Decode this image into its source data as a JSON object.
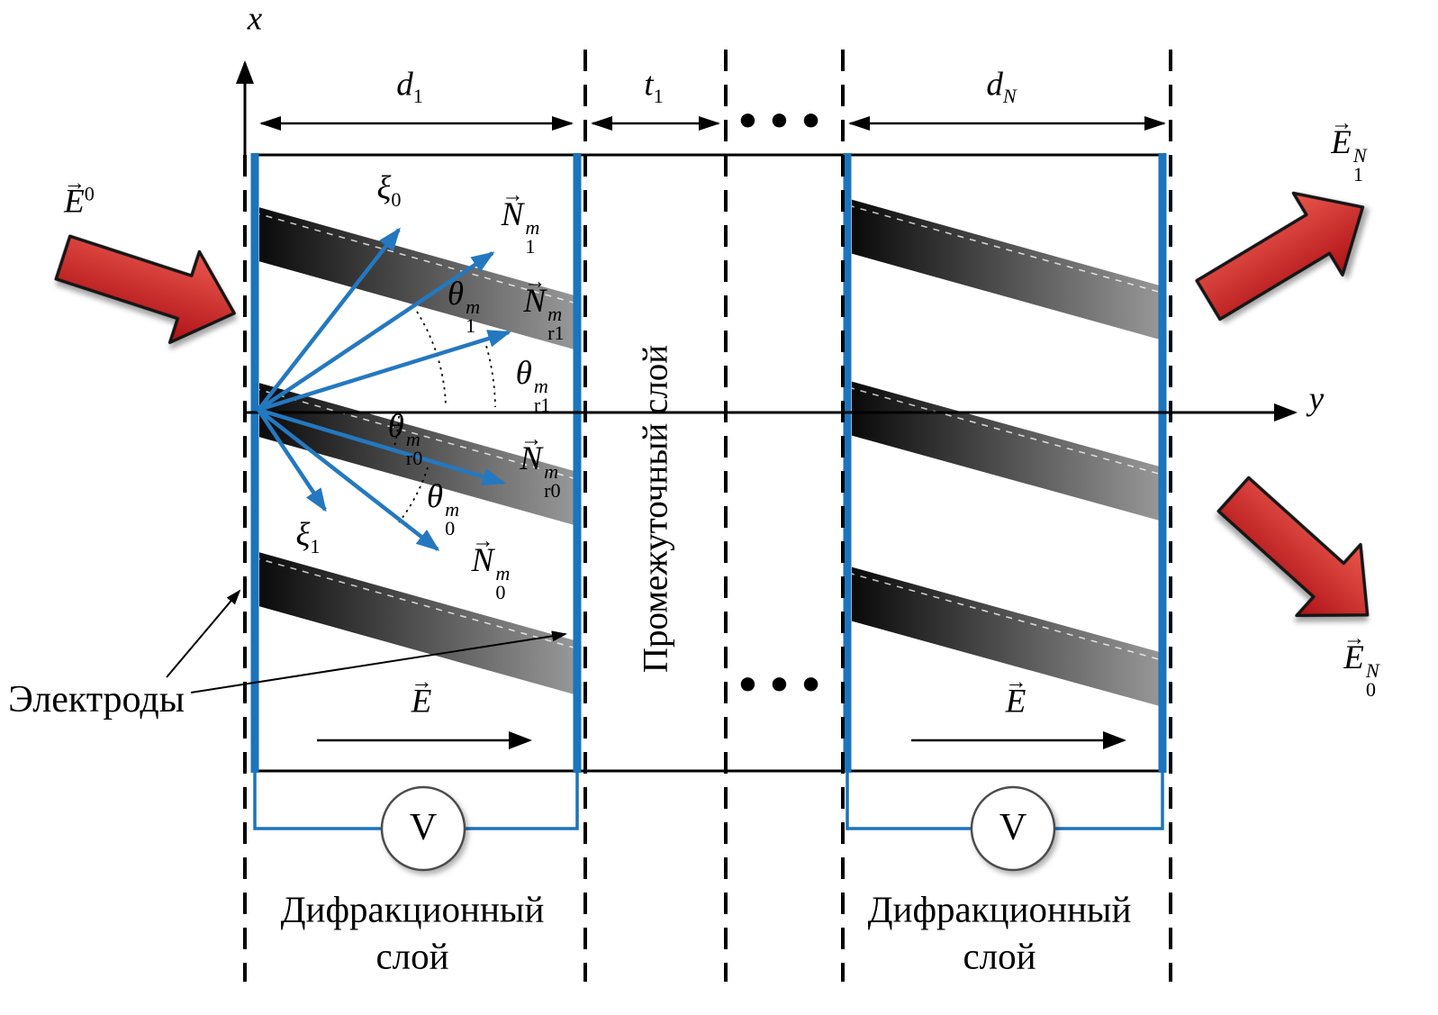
{
  "glyphs": {
    "vec_arrow": "→",
    "dots": "•••"
  },
  "axes": {
    "x": "x",
    "y": "y"
  },
  "dims": {
    "d1": {
      "base": "d",
      "sub": "1"
    },
    "t1": {
      "base": "t",
      "sub": "1"
    },
    "dN": {
      "base": "d",
      "sub": "N"
    }
  },
  "waves": {
    "incident": {
      "base": "E",
      "sup": "0"
    },
    "out_top": {
      "base": "E",
      "sup": "N",
      "sub": "1"
    },
    "out_bottom": {
      "base": "E",
      "sup": "N",
      "sub": "0"
    }
  },
  "vectors": {
    "xi0": {
      "base": "ξ",
      "sub": "0"
    },
    "xi1": {
      "base": "ξ",
      "sub": "1"
    },
    "N1": {
      "base": "N",
      "sup": "m",
      "sub": "1"
    },
    "Nr1": {
      "base": "N",
      "sup": "m",
      "sub": "r1"
    },
    "Nr0": {
      "base": "N",
      "sup": "m",
      "sub": "r0"
    },
    "N0": {
      "base": "N",
      "sup": "m",
      "sub": "0"
    }
  },
  "angles": {
    "theta1": {
      "base": "θ",
      "sup": "m",
      "sub": "1"
    },
    "theta_r1": {
      "base": "θ",
      "sup": "m",
      "sub": "r1"
    },
    "theta_r0": {
      "base": "θ",
      "sup": "m",
      "sub": "r0"
    },
    "theta0": {
      "base": "θ",
      "sup": "m",
      "sub": "0"
    }
  },
  "fields": {
    "E_left": "E",
    "E_right": "E"
  },
  "labels": {
    "electrodes": "Электроды",
    "intermediate_layer": "Промежуточный слой",
    "diffraction_layer_1": {
      "line1": "Дифракционный",
      "line2": "слой"
    },
    "diffraction_layer_2": {
      "line1": "Дифракционный",
      "line2": "слой"
    },
    "voltmeter_left": "V",
    "voltmeter_right": "V"
  },
  "colors": {
    "electrode": "#1b74bc",
    "vector": "#2478c0",
    "red_light": "#e8544a",
    "red_dark": "#b01418",
    "stripe_dark": "#070707",
    "stripe_light": "#9a9a9a"
  }
}
